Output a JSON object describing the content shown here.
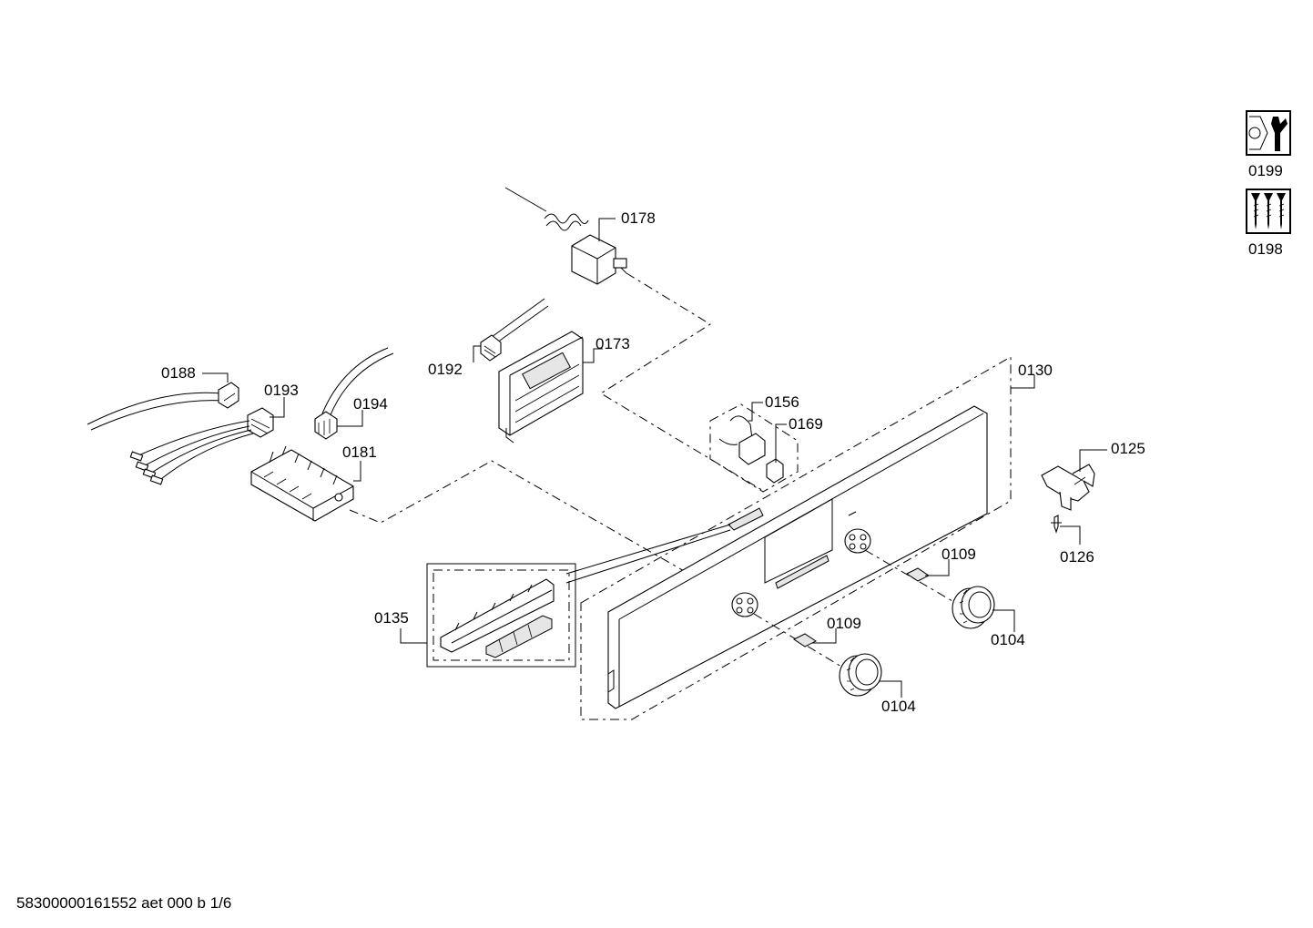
{
  "labels": {
    "l0199": "0199",
    "l0198": "0198",
    "l0178": "0178",
    "l0173": "0173",
    "l0192": "0192",
    "l0188": "0188",
    "l0193": "0193",
    "l0194": "0194",
    "l0181": "0181",
    "l0156": "0156",
    "l0169": "0169",
    "l0130": "0130",
    "l0125": "0125",
    "l0126": "0126",
    "l0109a": "0109",
    "l0109b": "0109",
    "l0135": "0135",
    "l0104a": "0104",
    "l0104b": "0104"
  },
  "icons": {
    "service_icon": "wrench-nut-icon",
    "screws_icon": "screws-icon"
  },
  "footer": {
    "doc_code": "58300000161552 aet 000 b 1/6"
  }
}
